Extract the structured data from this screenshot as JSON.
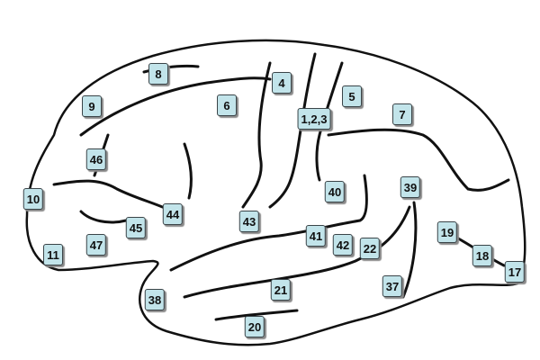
{
  "areas": [
    {
      "id": "8"
    },
    {
      "id": "4"
    },
    {
      "id": "9"
    },
    {
      "id": "6"
    },
    {
      "id": "5"
    },
    {
      "id": "1,2,3"
    },
    {
      "id": "7"
    },
    {
      "id": "46"
    },
    {
      "id": "10"
    },
    {
      "id": "40"
    },
    {
      "id": "39"
    },
    {
      "id": "44"
    },
    {
      "id": "43"
    },
    {
      "id": "45"
    },
    {
      "id": "41"
    },
    {
      "id": "19"
    },
    {
      "id": "42"
    },
    {
      "id": "22"
    },
    {
      "id": "47"
    },
    {
      "id": "11"
    },
    {
      "id": "18"
    },
    {
      "id": "17"
    },
    {
      "id": "37"
    },
    {
      "id": "21"
    },
    {
      "id": "38"
    },
    {
      "id": "20"
    }
  ],
  "colors": {
    "label_fill": "#c2e4ea",
    "outline": "#111111"
  }
}
